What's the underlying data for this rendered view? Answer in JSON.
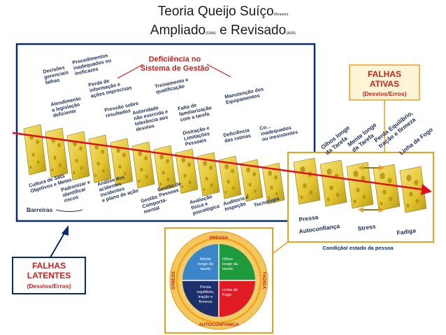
{
  "title": {
    "line1": "Teoria Queijo Suíço",
    "line1_sub": "(Reason)",
    "line2_a": "Ampliado",
    "line2_a_sub": "(GMA)",
    "line2_b": " e Revisado",
    "line2_b_sub": "(ARR)"
  },
  "central_heading": [
    "Deficiência no",
    "Sistema de Gestão"
  ],
  "top_labels": [
    [
      "Decisões",
      "gerenciais",
      "falhas"
    ],
    [
      "Procedimentos",
      "inadequados ou",
      "ineficazes"
    ],
    [
      "Perda de",
      "informação e",
      "ações imprecisas"
    ],
    [
      "Atendimento",
      "a legislação",
      "deficiente"
    ],
    [
      "Pressão sobre",
      "resultados"
    ],
    [
      "Autoridade",
      "não exercida e",
      "tolerância aos",
      "desvios"
    ],
    [
      "Treinamento e",
      "qualificação"
    ],
    [
      "Falta de",
      "familiarização",
      "com a tarefa"
    ],
    [
      "Manutenção dos",
      "Equipamentos"
    ],
    [
      "Distração e",
      "Limitações",
      "Pessoais"
    ],
    [
      "Deficiência",
      "das rotinas"
    ],
    [
      "Co...",
      "inadequados",
      "ou inexistentes"
    ]
  ],
  "bottom_labels": [
    [
      "Cultura de SMS",
      "Objetivos e Metas"
    ],
    [
      "Padronizar e",
      "identificar",
      "riscos"
    ],
    [
      "Análise dos",
      "acidentes",
      "incidentes",
      "e plano de ação"
    ],
    [
      "Gestão",
      "Comporta-",
      "mental"
    ],
    [
      "Gestão de",
      "Pessoas"
    ],
    [
      "Avaliação",
      "física e",
      "psicológica"
    ],
    [
      "Auditoria e",
      "Inspeção"
    ],
    [
      "Tecnologia"
    ]
  ],
  "barreiras": "Barreiras",
  "falhas_ativas": {
    "line1": "FALHAS",
    "line2": "ATIVAS",
    "line3": "(Desvios/Erros)"
  },
  "falhas_latentes": {
    "line1": "FALHAS",
    "line2": "LATENTES",
    "line3": "(Desvios/Erros)"
  },
  "active_labels": [
    [
      "Olhos longe",
      "da Tarefa"
    ],
    [
      "Mente longe",
      "da Tarefa"
    ],
    [
      "Perda Equilíbrio,",
      "tração e firmeza"
    ],
    [
      "Linha de Fogo"
    ]
  ],
  "state_labels": [
    "Pressa",
    "Autoconfiança",
    "Stress",
    "Fadiga"
  ],
  "condition_caption": "Condição/ estado da pessoa",
  "wheel": {
    "top": "PRESSA",
    "bottom": "AUTOCONFIANÇA",
    "left": "STRESS",
    "right": "FADIGA",
    "q_tl": [
      "Mente",
      "longe da",
      "tarefa"
    ],
    "q_tr": [
      "Olhos",
      "longe da",
      "tarefa"
    ],
    "q_bl": [
      "Perda",
      "equilíbrio,",
      "tração e",
      "firmeza"
    ],
    "q_br": [
      "Linha de",
      "Fogo"
    ]
  },
  "colors": {
    "cheese": "#e6c93a",
    "navy": "#0a2a6e",
    "red_text": "#c8201e",
    "orange_frame": "#e8a020",
    "arrow_red": "#e0101a",
    "wheel_blue": "#3a86c8",
    "wheel_green": "#1e9a3c",
    "wheel_navy": "#1d2f6a",
    "wheel_red": "#e01b24",
    "wheel_ring": "#f0a81c"
  }
}
